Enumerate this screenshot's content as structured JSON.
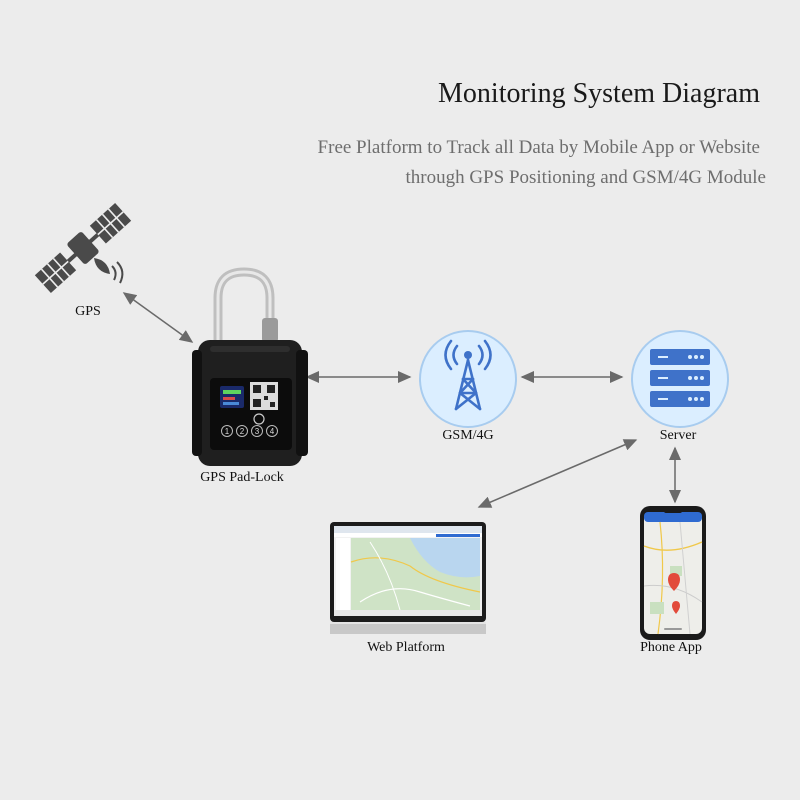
{
  "header": {
    "title": "Monitoring System Diagram",
    "subtitle_line1": "Free Platform to Track all Data by Mobile App or Website",
    "subtitle_line2": "through GPS Positioning and GSM/4G Module"
  },
  "nodes": {
    "gps": "GPS",
    "padlock": "GPS Pad-Lock",
    "gsm": "GSM/4G",
    "server": "Server",
    "web": "Web Platform",
    "phone": "Phone App"
  },
  "padlock_keys": [
    "1",
    "2",
    "3",
    "4"
  ],
  "colors": {
    "background": "#ececec",
    "circle_fill": "#dbeeff",
    "circle_border": "#a8ccef",
    "icon_blue": "#3f72c9",
    "arrow": "#6a6a6a"
  }
}
